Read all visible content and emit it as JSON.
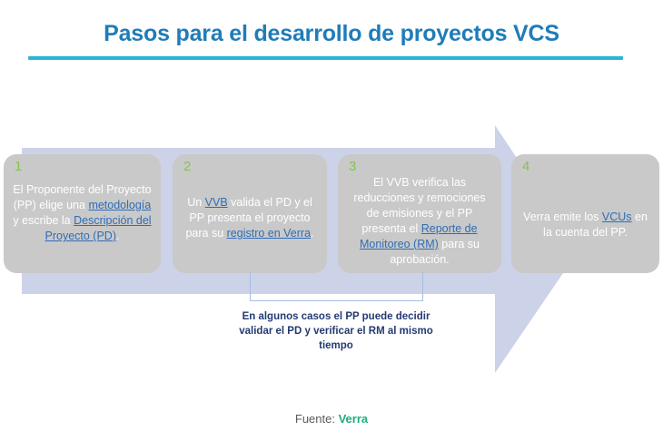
{
  "header": {
    "title": "Pasos para el desarrollo de proyectos VCS",
    "title_color": "#1f7cb8",
    "rule_color": "#2ab4d8"
  },
  "flow": {
    "arrow_color": "#ccd2e8",
    "box_color": "#c9c9c9",
    "number_color": "#85c44b",
    "link_color": "#2f6db6",
    "text_color": "#ffffff",
    "steps": [
      {
        "number": "1",
        "segments": [
          {
            "text": "El Proponente del Proyecto (PP) elige una ",
            "link": false
          },
          {
            "text": "metodología",
            "link": true
          },
          {
            "text": " y escribe la ",
            "link": false
          },
          {
            "text": "Descripción del Proyecto (PD)",
            "link": true
          },
          {
            "text": ".",
            "link": false
          }
        ]
      },
      {
        "number": "2",
        "segments": [
          {
            "text": "Un ",
            "link": false
          },
          {
            "text": "VVB",
            "link": true
          },
          {
            "text": " valida el PD y el PP presenta el proyecto para su ",
            "link": false
          },
          {
            "text": "registro en Verra",
            "link": true
          },
          {
            "text": ".",
            "link": false
          }
        ]
      },
      {
        "number": "3",
        "segments": [
          {
            "text": "El VVB verifica las reducciones y remociones de emisiones y el PP presenta el ",
            "link": false
          },
          {
            "text": "Reporte de Monitoreo (RM)",
            "link": true
          },
          {
            "text": " para su aprobación.",
            "link": false
          }
        ]
      },
      {
        "number": "4",
        "segments": [
          {
            "text": "Verra emite los ",
            "link": false
          },
          {
            "text": "VCUs",
            "link": true
          },
          {
            "text": " en la cuenta del PP.",
            "link": false
          }
        ]
      }
    ]
  },
  "annotation": {
    "text": "En algunos casos el PP puede decidir validar el PD y verificar el RM al mismo tiempo",
    "color": "#243a72",
    "bracket_color": "#a8bde0"
  },
  "footer": {
    "label": "Fuente: ",
    "source": "Verra",
    "source_color": "#1fae7a"
  }
}
